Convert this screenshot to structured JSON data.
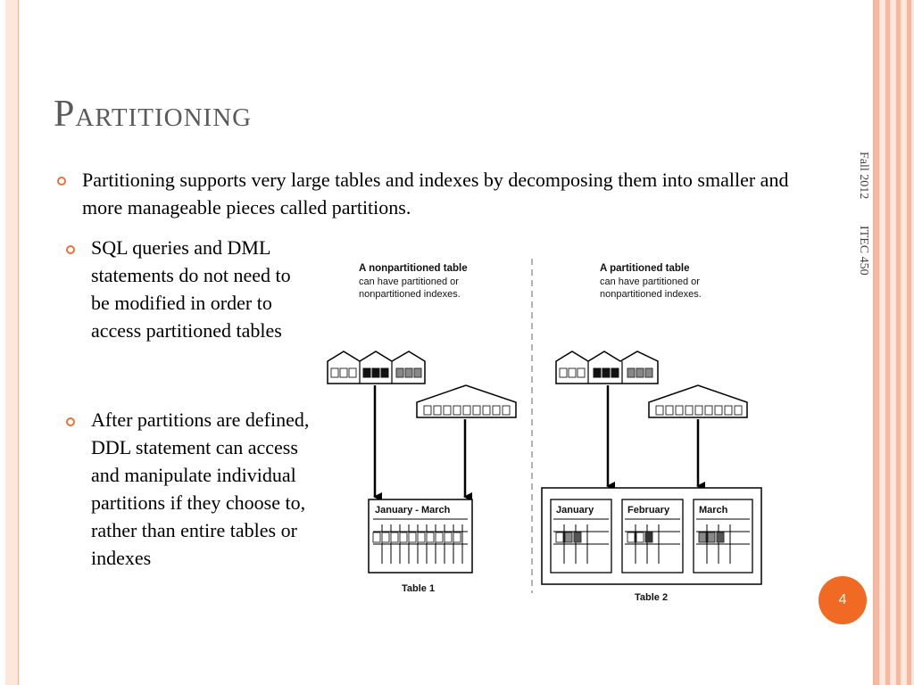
{
  "slide": {
    "title": "Partitioning",
    "bullet_main": "Partitioning supports very large tables and indexes by decomposing them into smaller and more manageable pieces called partitions.",
    "bullet_sql": "SQL queries and DML statements do not need to be modified in order to access partitioned tables",
    "bullet_ddl": "After partitions are defined, DDL statement can access and manipulate individual partitions if they choose to, rather than entire tables or indexes",
    "side_date": "Fall 2012",
    "side_course": "ITEC 450",
    "page_number": "4"
  },
  "diagram": {
    "left_title": "A nonpartitioned table",
    "left_sub1": "can have partitioned or",
    "left_sub2": "nonpartitioned indexes.",
    "right_title": "A partitioned table",
    "right_sub1": "can have partitioned or",
    "right_sub2": "nonpartitioned indexes.",
    "left_table_label": "January - March",
    "left_caption": "Table 1",
    "right_part_1": "January",
    "right_part_2": "February",
    "right_part_3": "March",
    "right_caption": "Table 2"
  }
}
